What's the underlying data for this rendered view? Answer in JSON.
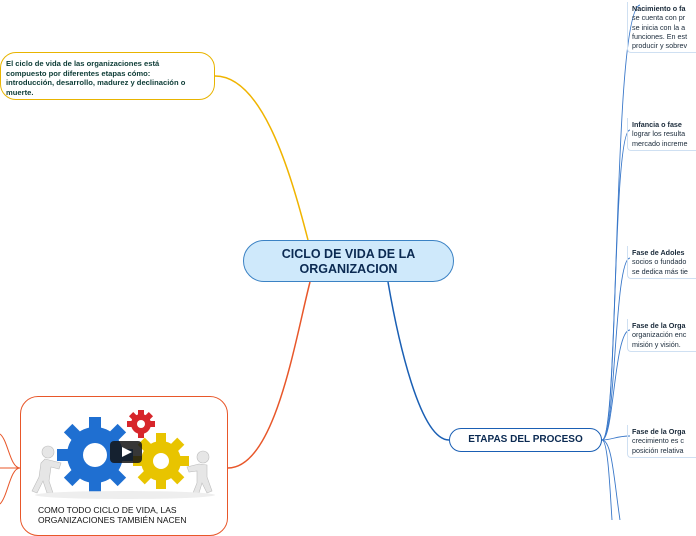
{
  "central": {
    "label": "CICLO DE VIDA DE LA ORGANIZACION"
  },
  "intro": {
    "text": "El ciclo de vida de las organizaciones está compuesto por diferentes etapas cómo: introducción, desarrollo, madurez y declinación o muerte."
  },
  "etapas": {
    "label": "ETAPAS DEL PROCESO"
  },
  "media": {
    "caption": "COMO TODO CICLO DE VIDA, LAS ORGANIZACIONES TAMBIÉN NACEN",
    "image_icon": "gears-teamwork-image",
    "play_icon": "play-icon"
  },
  "phases": [
    {
      "title": "Nacimiento o fa",
      "lines": [
        "se cuenta con pr",
        "se inicia con la a",
        "funciones. En est",
        "producir y sobrev"
      ]
    },
    {
      "title": "Infancia o fase",
      "lines": [
        "lograr los resulta",
        "mercado increme"
      ]
    },
    {
      "title": "Fase de Adoles",
      "lines": [
        "socios o fundado",
        "se dedica más tie"
      ]
    },
    {
      "title": "Fase de la Orga",
      "lines": [
        "organización enc",
        "misión y visión."
      ]
    },
    {
      "title": "Fase de la Orga",
      "lines": [
        "crecimiento es c",
        "posición relativa"
      ]
    }
  ],
  "colors": {
    "central_border": "#3b82c4",
    "intro_branch": "#f0b400",
    "media_branch": "#e8572a",
    "etapas_branch": "#1a5fb4"
  }
}
